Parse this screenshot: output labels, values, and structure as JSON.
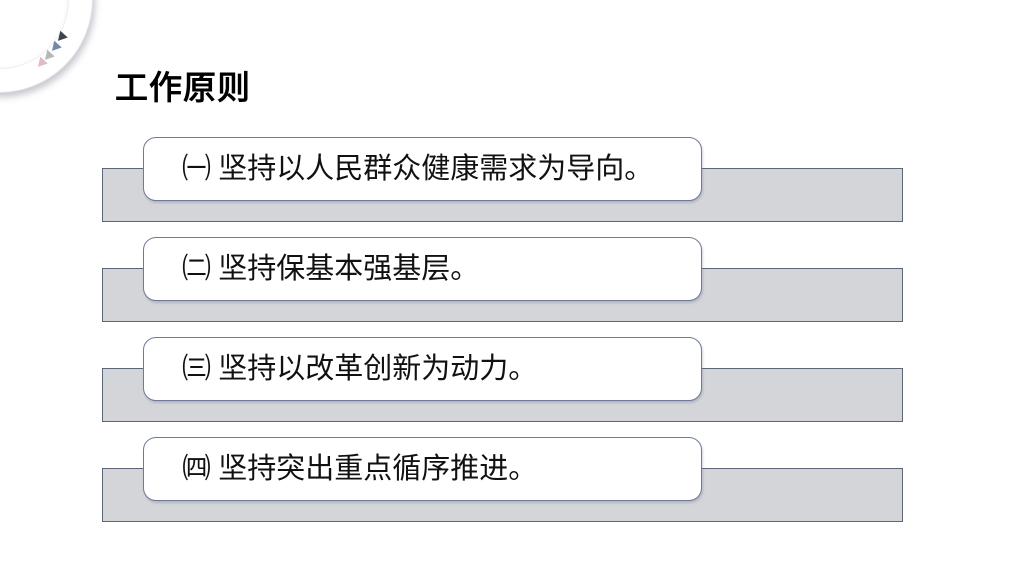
{
  "title": "工作原则",
  "items": [
    {
      "label": "㈠ 坚持以人民群众健康需求为导向。"
    },
    {
      "label": "㈡ 坚持保基本强基层。"
    },
    {
      "label": "㈢ 坚持以改革创新为动力。"
    },
    {
      "label": "㈣ 坚持突出重点循序推进。"
    }
  ],
  "decoration": {
    "corner_arc": "white-ring-arc",
    "triangle_colors": [
      "#3f434b",
      "#7287ab",
      "#b5b7ba",
      "#e3b9c8"
    ]
  },
  "colors": {
    "background": "#ffffff",
    "title_text": "#000000",
    "item_text": "#111111",
    "bar_fill": "#d3d5d8",
    "bar_border": "#5c6679",
    "box_fill": "#ffffff",
    "box_border": "#6e7a96"
  }
}
